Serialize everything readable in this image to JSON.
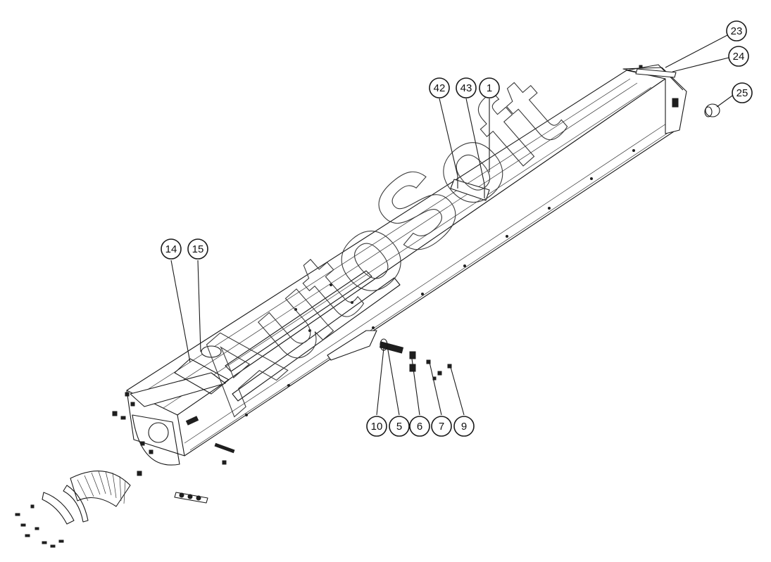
{
  "watermark": "AutoSoft",
  "callouts": [
    "23",
    "24",
    "25",
    "42",
    "43",
    "1",
    "14",
    "15",
    "10",
    "5",
    "6",
    "7",
    "9"
  ]
}
